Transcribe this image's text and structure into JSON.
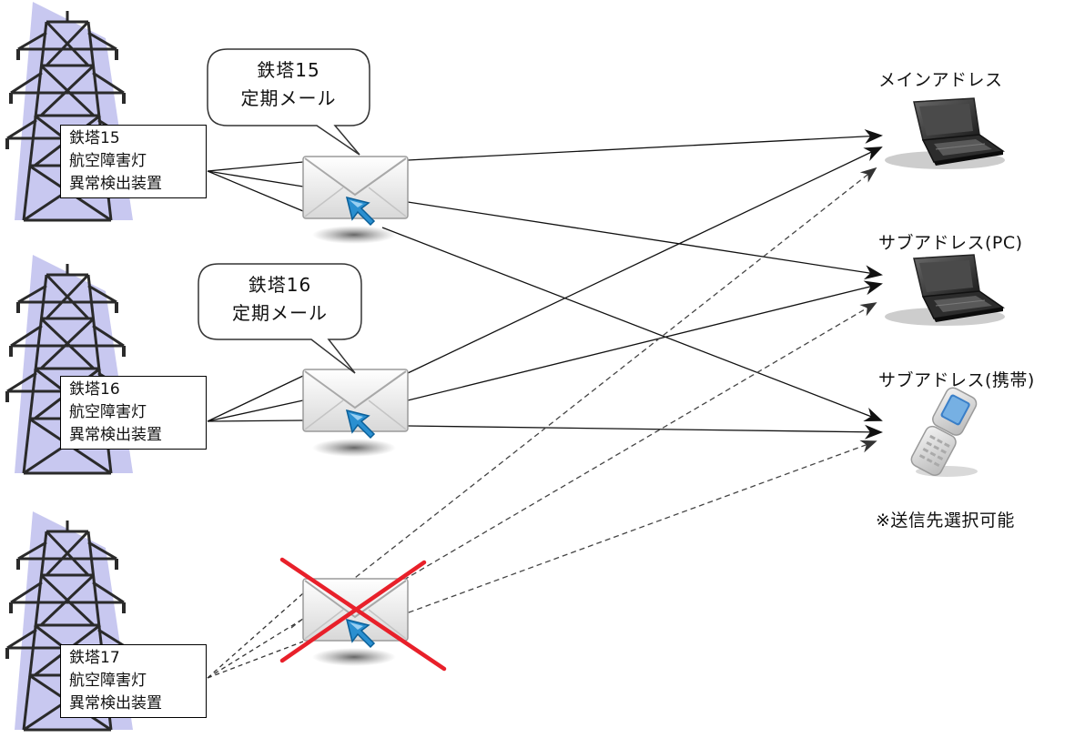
{
  "towers": [
    {
      "name": "鉄塔15",
      "line1": "航空障害灯",
      "line2": "異常検出装置"
    },
    {
      "name": "鉄塔16",
      "line1": "航空障害灯",
      "line2": "異常検出装置"
    },
    {
      "name": "鉄塔17",
      "line1": "航空障害灯",
      "line2": "異常検出装置"
    }
  ],
  "bubbles": [
    {
      "line1": "鉄塔15",
      "line2": "定期メール"
    },
    {
      "line1": "鉄塔16",
      "line2": "定期メール"
    }
  ],
  "destinations": [
    {
      "label": "メインアドレス",
      "device": "laptop-icon"
    },
    {
      "label": "サブアドレス(PC)",
      "device": "laptop-icon"
    },
    {
      "label": "サブアドレス(携帯)",
      "device": "mobile-phone-icon"
    }
  ],
  "note": "※送信先選択可能",
  "colors": {
    "tower_shadow": "#c8c8f0",
    "tower_steel": "#2a2a2a",
    "envelope_fill": "#f2f2f2",
    "cursor_blue": "#2a8fd0",
    "cancel_red": "#e8202a",
    "line": "#111111",
    "dashed_line": "#444444"
  }
}
